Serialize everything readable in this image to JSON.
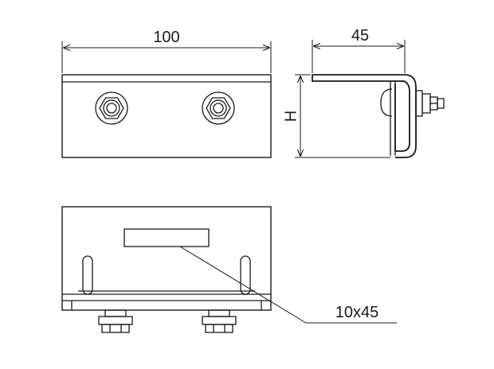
{
  "dimensions": {
    "length": "100",
    "depth": "45",
    "height": "H",
    "label_size": "10x45"
  }
}
